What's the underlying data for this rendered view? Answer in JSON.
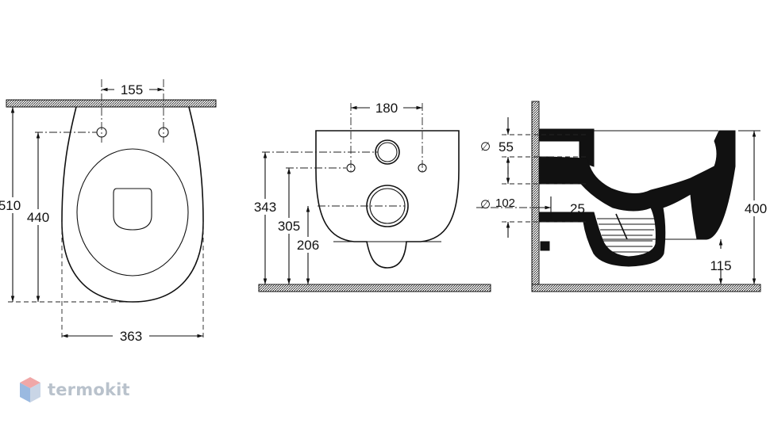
{
  "front_view": {
    "dim_155": "155",
    "dim_510": "510",
    "dim_440": "440",
    "dim_363": "363"
  },
  "side_view": {
    "dim_180": "180",
    "dim_343": "343",
    "dim_305": "305",
    "dim_206": "206"
  },
  "section_view": {
    "dim_55": "55",
    "dim_102": "102",
    "dim_25": "25",
    "dim_400": "400",
    "dim_115": "115",
    "diameter_symbol": "∅"
  },
  "brand": {
    "name": "termokit",
    "colors": {
      "top": "#f0a7a7",
      "left": "#9ab9e0",
      "right": "#c9d5e6"
    }
  }
}
